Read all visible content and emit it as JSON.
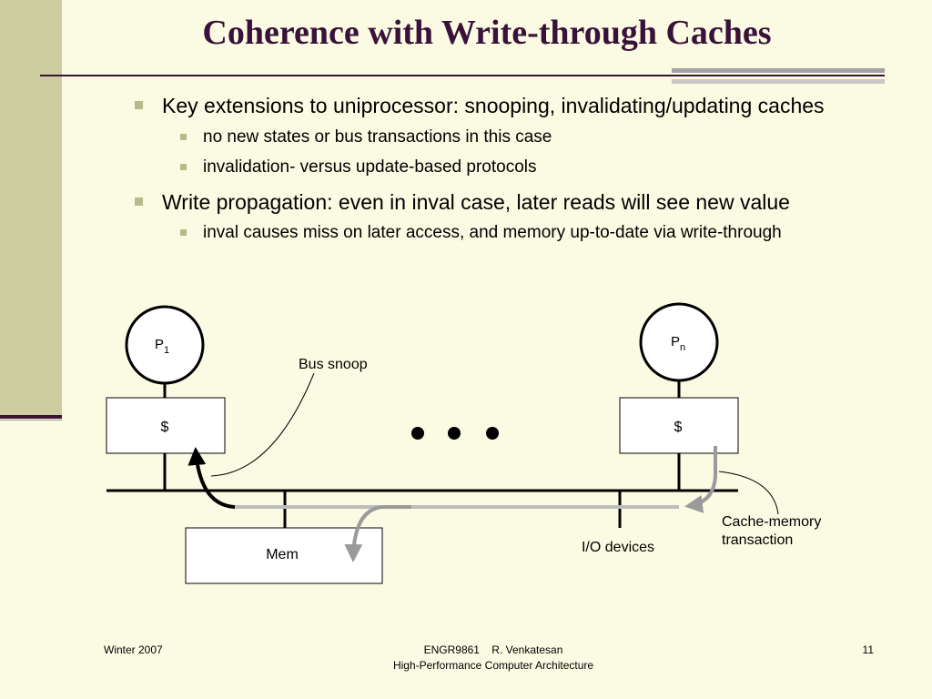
{
  "slide": {
    "title": "Coherence with Write-through Caches",
    "bullets": [
      {
        "text": "Key extensions to uniprocessor: snooping, invalidating/updating caches",
        "sub": [
          "no new states or bus transactions in this case",
          "invalidation- versus update-based protocols"
        ]
      },
      {
        "text": "Write propagation: even in inval case, later reads will see new value",
        "sub": [
          "inval causes miss on later access, and memory up-to-date via write-through"
        ]
      }
    ]
  },
  "diagram": {
    "p1_label": "P",
    "p1_sub": "1",
    "pn_label": "P",
    "pn_sub": "n",
    "cache1_label": "$",
    "cachen_label": "$",
    "mem_label": "Mem",
    "bus_snoop_label": "Bus snoop",
    "io_label": "I/O devices",
    "cache_mem_label_1": "Cache-memory",
    "cache_mem_label_2": "transaction"
  },
  "footer": {
    "left": "Winter 2007",
    "center_1": "ENGR9861    R. Venkatesan",
    "center_2": "High-Performance Computer Architecture",
    "page": "11"
  },
  "colors": {
    "title": "#3a1239",
    "left_band": "#cdcca0",
    "background": "#fbfbe3",
    "arrow_gray": "#9a9a9a"
  }
}
